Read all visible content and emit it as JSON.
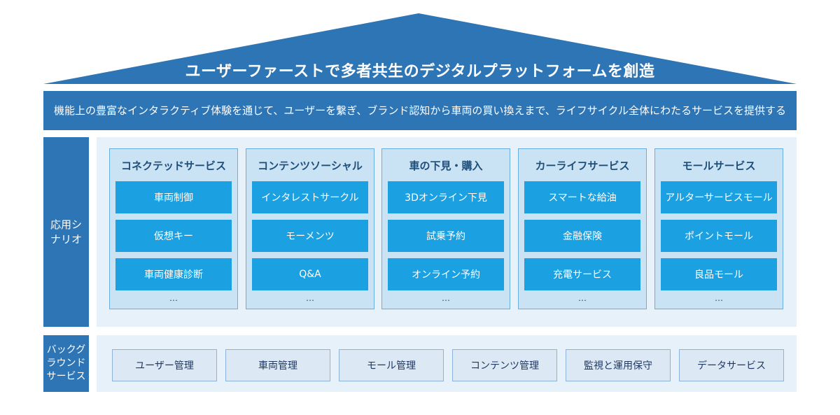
{
  "roof_title": "ユーザーファーストで多者共生のデジタルプラットフォームを創造",
  "banner_text": "機能上の豊富なインタラクティブ体験を通じて、ユーザーを繋ぎ、ブランド認知から車両の買い換えまで、ライフサイクル全体にわたるサービスを提供する",
  "applications": {
    "label": "応用シナリオ",
    "columns": [
      {
        "title": "コネクテッドサービス",
        "items": [
          "車両制御",
          "仮想キー",
          "車両健康診断"
        ],
        "more": "…"
      },
      {
        "title": "コンテンツソーシャル",
        "items": [
          "インタレストサークル",
          "モーメンツ",
          "Q&A"
        ],
        "more": "…"
      },
      {
        "title": "車の下見・購入",
        "items": [
          "3Dオンライン下見",
          "試乗予約",
          "オンライン予約"
        ],
        "more": "…"
      },
      {
        "title": "カーライフサービス",
        "items": [
          "スマートな給油",
          "金融保険",
          "充電サービス"
        ],
        "more": "…"
      },
      {
        "title": "モールサービス",
        "items": [
          "アルターサービスモール",
          "ポイントモール",
          "良品モール"
        ],
        "more": "…"
      }
    ]
  },
  "background_services": {
    "label": "バックグラウンドサービス",
    "items": [
      "ユーザー管理",
      "車両管理",
      "モール管理",
      "コンテンツ管理",
      "監視と運用保守",
      "データサービス"
    ]
  },
  "colors": {
    "primary_blue": "#2e75b6",
    "item_blue": "#1ba1e2",
    "panel_light": "#e6f1f9",
    "card_light": "#c9e2f4",
    "title_dark": "#1f4e79"
  }
}
